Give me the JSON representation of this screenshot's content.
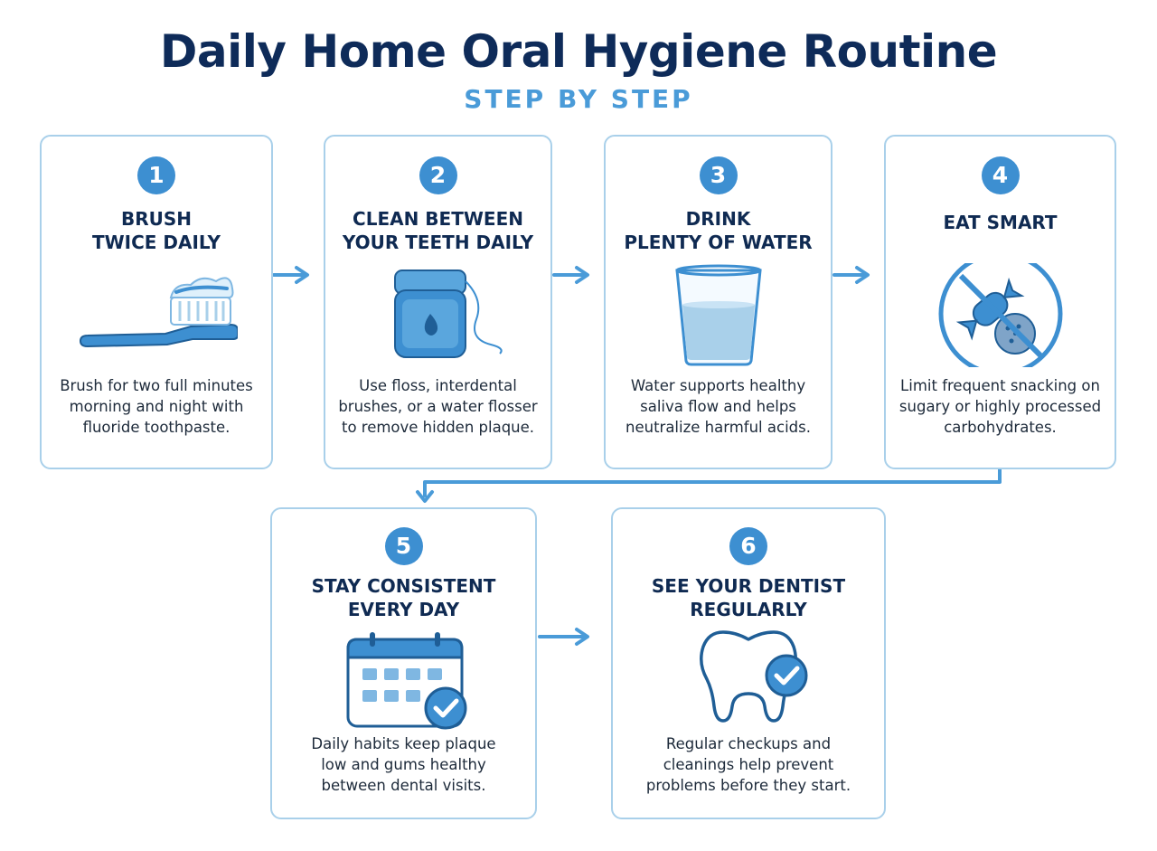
{
  "header": {
    "title": "Daily Home Oral Hygiene Routine",
    "subtitle": "STEP BY STEP"
  },
  "colors": {
    "primary": "#3d8fd1",
    "dark_navy": "#0e2b59",
    "light_blue": "#a9d0ea",
    "accent_text": "#4a9bd8"
  },
  "steps": [
    {
      "number": "1",
      "title": "BRUSH\nTWICE DAILY",
      "icon": "toothbrush-icon",
      "description": "Brush for two full minutes\nmorning and night with\nfluoride toothpaste."
    },
    {
      "number": "2",
      "title": "CLEAN BETWEEN\nYOUR TEETH DAILY",
      "icon": "floss-icon",
      "description": "Use floss, interdental\nbrushes, or a water flosser\nto remove hidden plaque."
    },
    {
      "number": "3",
      "title": "DRINK\nPLENTY OF WATER",
      "icon": "water-glass-icon",
      "description": "Water supports healthy\nsaliva flow and helps\nneutralize harmful acids."
    },
    {
      "number": "4",
      "title": "EAT SMART",
      "icon": "no-sweets-icon",
      "description": "Limit frequent snacking on\nsugary or highly processed\ncarbohydrates."
    },
    {
      "number": "5",
      "title": "STAY CONSISTENT\nEVERY DAY",
      "icon": "calendar-check-icon",
      "description": "Daily habits keep plaque\nlow and gums healthy\nbetween dental visits."
    },
    {
      "number": "6",
      "title": "SEE YOUR DENTIST\nREGULARLY",
      "icon": "tooth-check-icon",
      "description": "Regular checkups and\ncleanings help prevent\nproblems before they start."
    }
  ]
}
